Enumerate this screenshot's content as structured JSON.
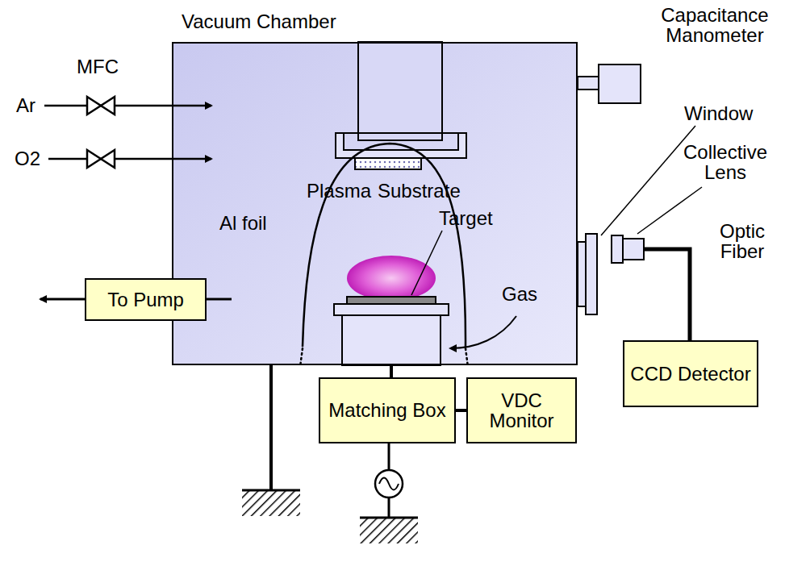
{
  "diagram": {
    "nodes": [
      {
        "text": [
          "Vacuum Chamber"
        ]
      },
      {
        "text": [
          "To Pump"
        ]
      },
      {
        "text": [
          "Matching Box"
        ]
      },
      {
        "text": [
          "VDC Monitor"
        ]
      },
      {
        "text": [
          "CCD Detector"
        ]
      }
    ],
    "edges": [
      {
        "from": 2,
        "to": 3,
        "arrow": "none"
      }
    ],
    "labels": [
      "MFC",
      "Ar",
      "O2",
      "Capacitance Manometer",
      "Window",
      "Collective Lens",
      "Optic Fiber",
      "Plasma",
      "Substrate",
      "Al foil",
      "Target",
      "Gas"
    ]
  }
}
